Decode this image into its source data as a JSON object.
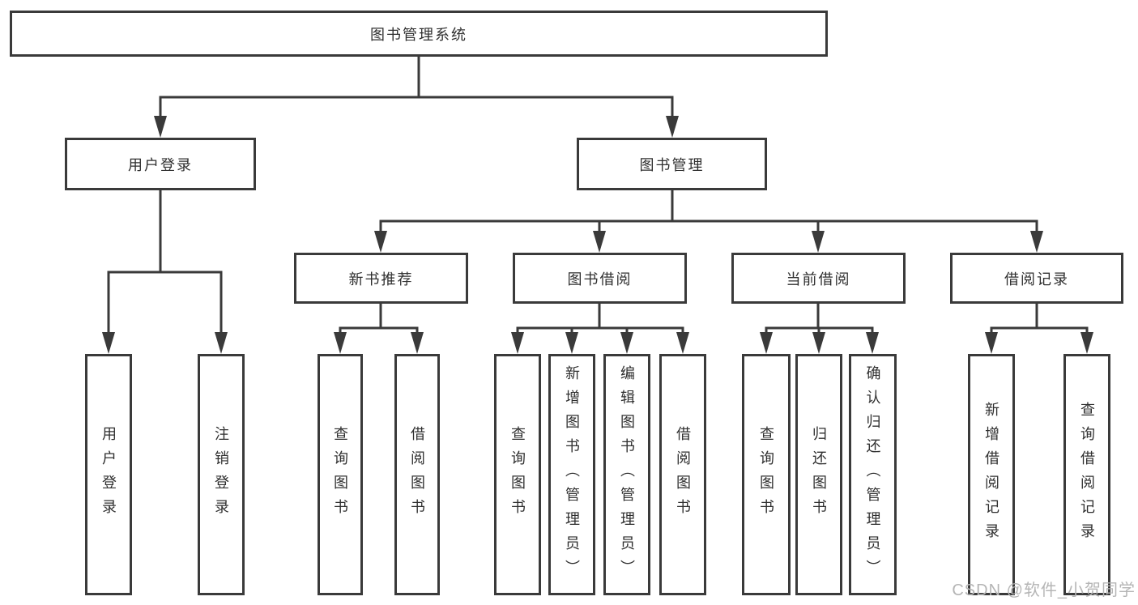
{
  "tree": {
    "label": "图书管理系统",
    "children": [
      {
        "label": "用户登录",
        "children": [
          {
            "label": "用户登录"
          },
          {
            "label": "注销登录"
          }
        ]
      },
      {
        "label": "图书管理",
        "children": [
          {
            "label": "新书推荐",
            "children": [
              {
                "label": "查询图书"
              },
              {
                "label": "借阅图书"
              }
            ]
          },
          {
            "label": "图书借阅",
            "children": [
              {
                "label": "查询图书"
              },
              {
                "label": "新增图书（管理员）"
              },
              {
                "label": "编辑图书（管理员）"
              },
              {
                "label": "借阅图书"
              }
            ]
          },
          {
            "label": "当前借阅",
            "children": [
              {
                "label": "查询图书"
              },
              {
                "label": "归还图书"
              },
              {
                "label": "确认归还（管理员）"
              }
            ]
          },
          {
            "label": "借阅记录",
            "children": [
              {
                "label": "新增借阅记录"
              },
              {
                "label": "查询借阅记录"
              }
            ]
          }
        ]
      }
    ]
  },
  "watermark": "CSDN @软件_小贺同学",
  "colors": {
    "line": "#3a3a3a",
    "text": "#2f2f2f",
    "box_background": "#ffffff",
    "watermark": "#b5b5b5"
  }
}
